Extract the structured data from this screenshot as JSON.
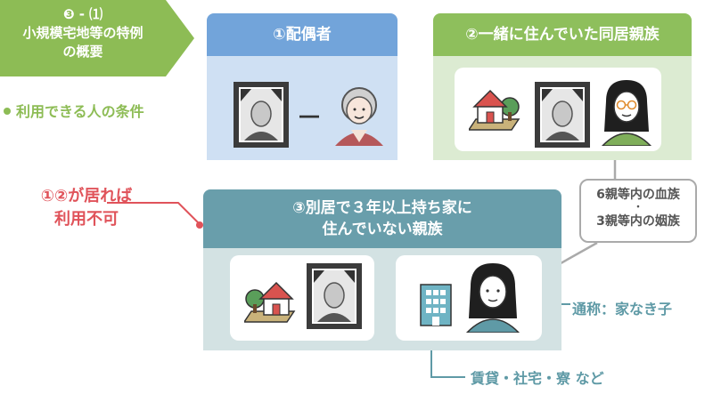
{
  "badge": {
    "line1": "❸ - ⑴",
    "line2": "小規模宅地等の特例",
    "line3": "の概要",
    "color": "#8dbc55"
  },
  "condition_label": "利用できる人の条件",
  "categories": {
    "spouse": {
      "title": "①配偶者",
      "header_color": "#72a4da",
      "body_color": "#cfe0f3"
    },
    "cohabiting": {
      "title": "②一緒に住んでいた同居親族",
      "header_color": "#8ebf5c",
      "body_color": "#dcebd2"
    },
    "separate": {
      "title_line1": "③別居で３年以上持ち家に",
      "title_line2": "住んでいない親族",
      "header_color": "#699eab",
      "body_color": "#d3e2e3"
    }
  },
  "spouse_dash": "―",
  "note": {
    "line1": "①②が居れば",
    "line2": "利用不可",
    "color": "#e0535a"
  },
  "relatives": {
    "line1": "6親等内の血族",
    "sep": "・",
    "line2": "3親等内の姻族"
  },
  "nickname": "通称：家なき子",
  "rental": "賃貸・社宅・寮 など",
  "icons": [
    "house-icon",
    "portrait-icon",
    "elderly-woman-icon",
    "woman-icon",
    "building-icon"
  ]
}
